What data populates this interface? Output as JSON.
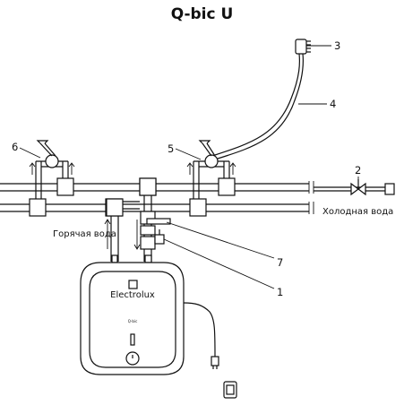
{
  "title": "Q-bic U",
  "callouts": {
    "c1": "1",
    "c2": "2",
    "c3": "3",
    "c4": "4",
    "c5": "5",
    "c6": "6",
    "c7": "7"
  },
  "labels": {
    "hot_water": "Горячая вода",
    "cold_water": "Холодная вода"
  },
  "heater": {
    "brand": "Electrolux"
  }
}
